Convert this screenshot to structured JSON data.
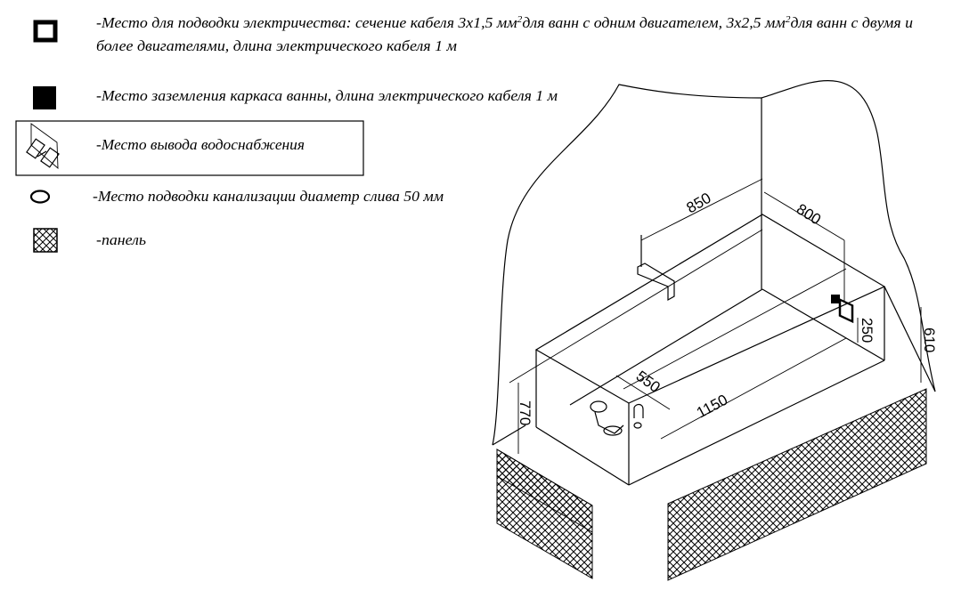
{
  "legend": {
    "items": [
      {
        "icon": "hollow-square-icon",
        "line1_a": "-Место для подводки электричества: сечение кабеля 3х1,5 мм",
        "sup1": "2",
        "line1_b": "для ванн с одним двигателем, 3х2,5 мм",
        "sup2": "2",
        "line1_c": "для ванн с двумя и",
        "line2": "более двигателями, длина электрического кабеля 1 м"
      },
      {
        "icon": "filled-square-icon",
        "text": "-Место заземления каркаса ванны, длина электрического кабеля 1 м"
      },
      {
        "icon": "water-outlet-icon",
        "text": "-Место вывода водоснабжения"
      },
      {
        "icon": "ellipse-drain-icon",
        "text": "-Место подводки канализации диаметр слива 50 мм"
      },
      {
        "icon": "crosshatch-panel-icon",
        "text": "-панель"
      }
    ]
  },
  "dimensions": {
    "d850": "850",
    "d800": "800",
    "d250": "250",
    "d610": "610",
    "d550": "550",
    "d1150": "1150",
    "d770": "770"
  }
}
